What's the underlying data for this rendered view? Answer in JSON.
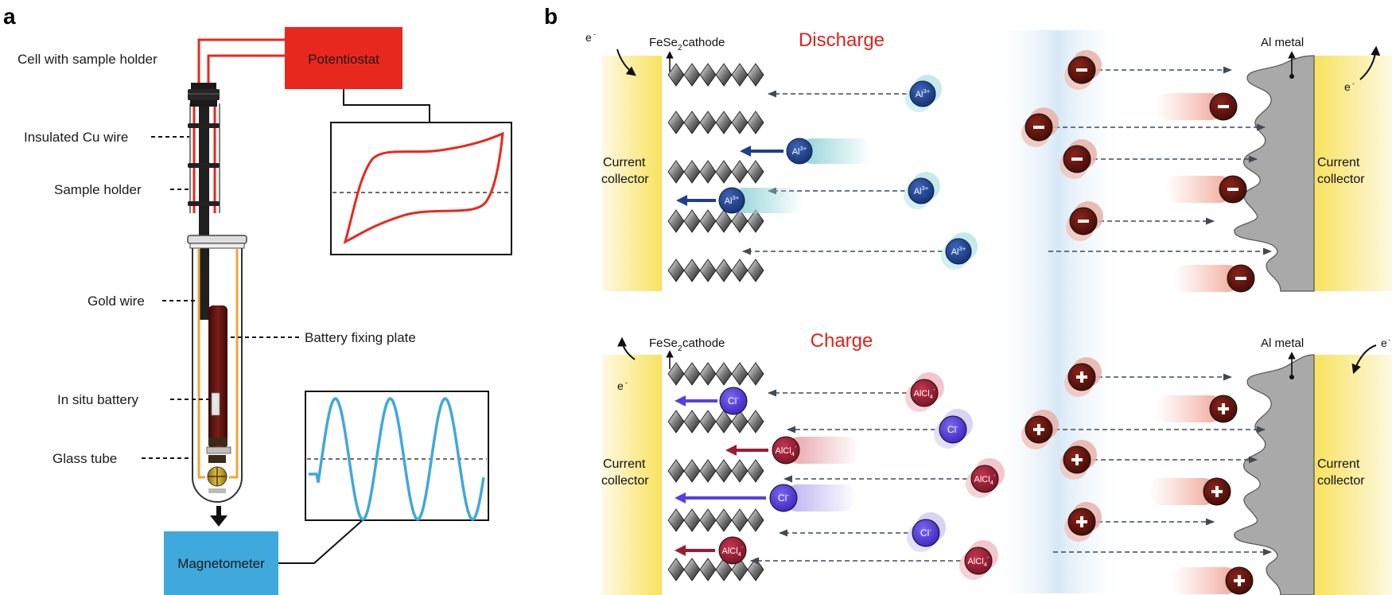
{
  "panel_a": {
    "letter": "a",
    "potentiostat": "Potentiostat",
    "magnetometer": "Magnetometer",
    "labels": {
      "cell": "Cell with sample holder",
      "cu_wire": "Insulated Cu wire",
      "sample_holder": "Sample holder",
      "gold_wire": "Gold wire",
      "fixing_plate": "Battery fixing plate",
      "in_situ": "In situ battery",
      "glass_tube": "Glass tube"
    }
  },
  "panel_b": {
    "letter": "b",
    "discharge": {
      "title": "Discharge",
      "cathode_main": "FeSe",
      "cathode_sub": "2",
      "cathode_rest": " cathode",
      "al_metal": "Al metal",
      "collector_line1": "Current",
      "collector_line2": "collector",
      "electron": "e",
      "ion_main": "Al",
      "ion_sup": "3+",
      "minus": "−"
    },
    "charge": {
      "title": "Charge",
      "cathode_main": "FeSe",
      "cathode_sub": "2",
      "cathode_rest": " cathode",
      "al_metal": "Al metal",
      "collector_line1": "Current",
      "collector_line2": "collector",
      "electron": "e",
      "cl_main": "Cl",
      "cl_sup": "-",
      "alcl_main": "AlCl",
      "alcl_sub": "4",
      "alcl_sup": "-",
      "plus": "+"
    }
  },
  "colors": {
    "title_red": "#e0221b",
    "potentiostat_red": "#e8281e",
    "magnetometer_blue": "#3fa8dc",
    "al_ion_blue": "#1f3f8a",
    "cl_violet": "#5a3fe0",
    "alcl4_red": "#9e1b32",
    "anion_dark": "#5a1210",
    "collector_yellow": "#fbe98a",
    "al_gray": "#a4a4a4",
    "signal_blue": "#3fa8dc"
  }
}
